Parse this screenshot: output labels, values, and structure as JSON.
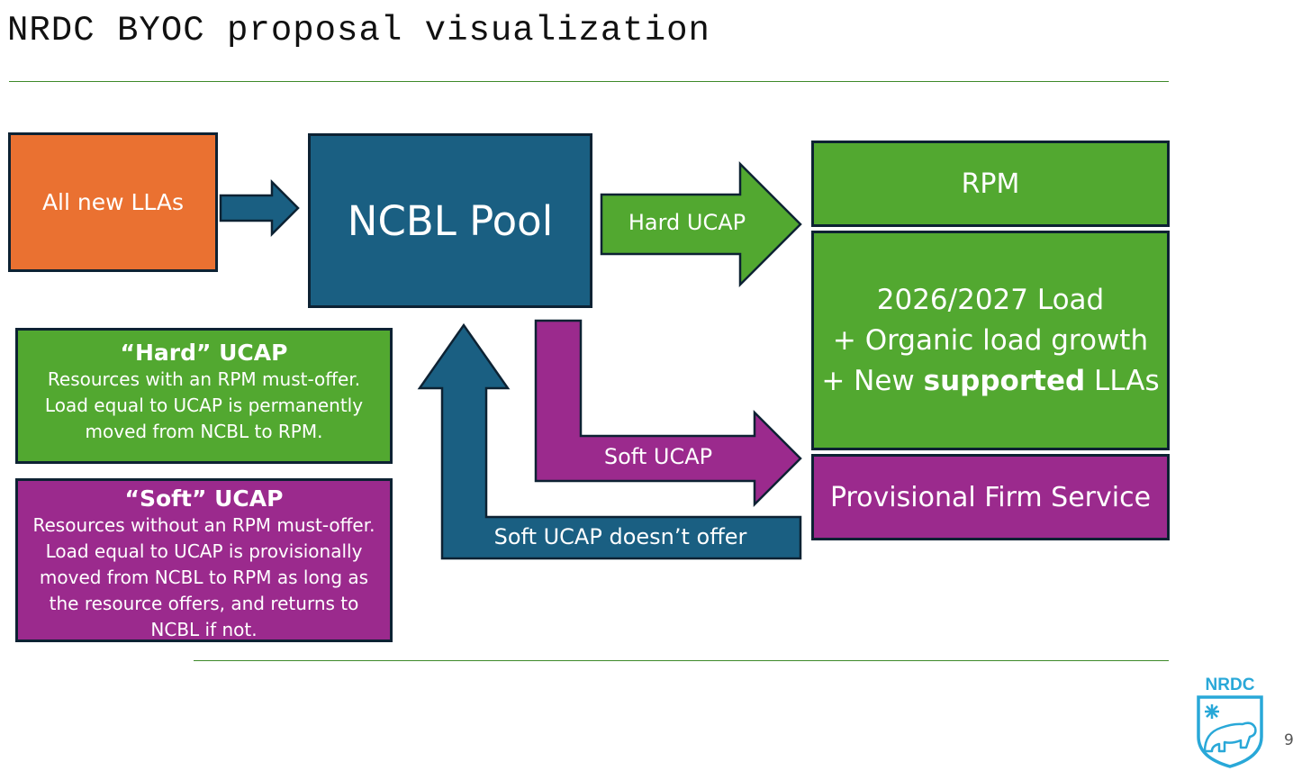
{
  "slide": {
    "title": "NRDC BYOC proposal visualization",
    "page_number": "9"
  },
  "nodes": {
    "all_new_llas": "All new LLAs",
    "ncbl_pool": "NCBL Pool",
    "rpm": "RPM",
    "load": {
      "line1": "2026/2027 Load",
      "line2": "+ Organic load growth",
      "line3_prefix": "+ New ",
      "line3_bold": "supported",
      "line3_suffix": " LLAs"
    },
    "provisional": "Provisional Firm Service"
  },
  "arrows": {
    "hard_ucap": "Hard UCAP",
    "soft_ucap": "Soft UCAP",
    "soft_ucap_no_offer": "Soft UCAP doesn’t offer"
  },
  "definitions": {
    "hard": {
      "title": "“Hard” UCAP",
      "text": "Resources with an RPM must-offer. Load equal to UCAP is permanently moved from NCBL to RPM."
    },
    "soft": {
      "title": "“Soft” UCAP",
      "text": "Resources without an RPM must-offer. Load equal to UCAP is provisionally moved from NCBL to RPM as long as the resource offers, and returns to NCBL if not."
    }
  },
  "logo": {
    "text": "NRDC"
  },
  "colors": {
    "orange": "#ea7131",
    "blue": "#1a5f82",
    "green": "#52a830",
    "purple": "#9b2a8d",
    "border": "#0d2233",
    "rule": "#3e8a2a",
    "logo": "#29a8d8"
  }
}
